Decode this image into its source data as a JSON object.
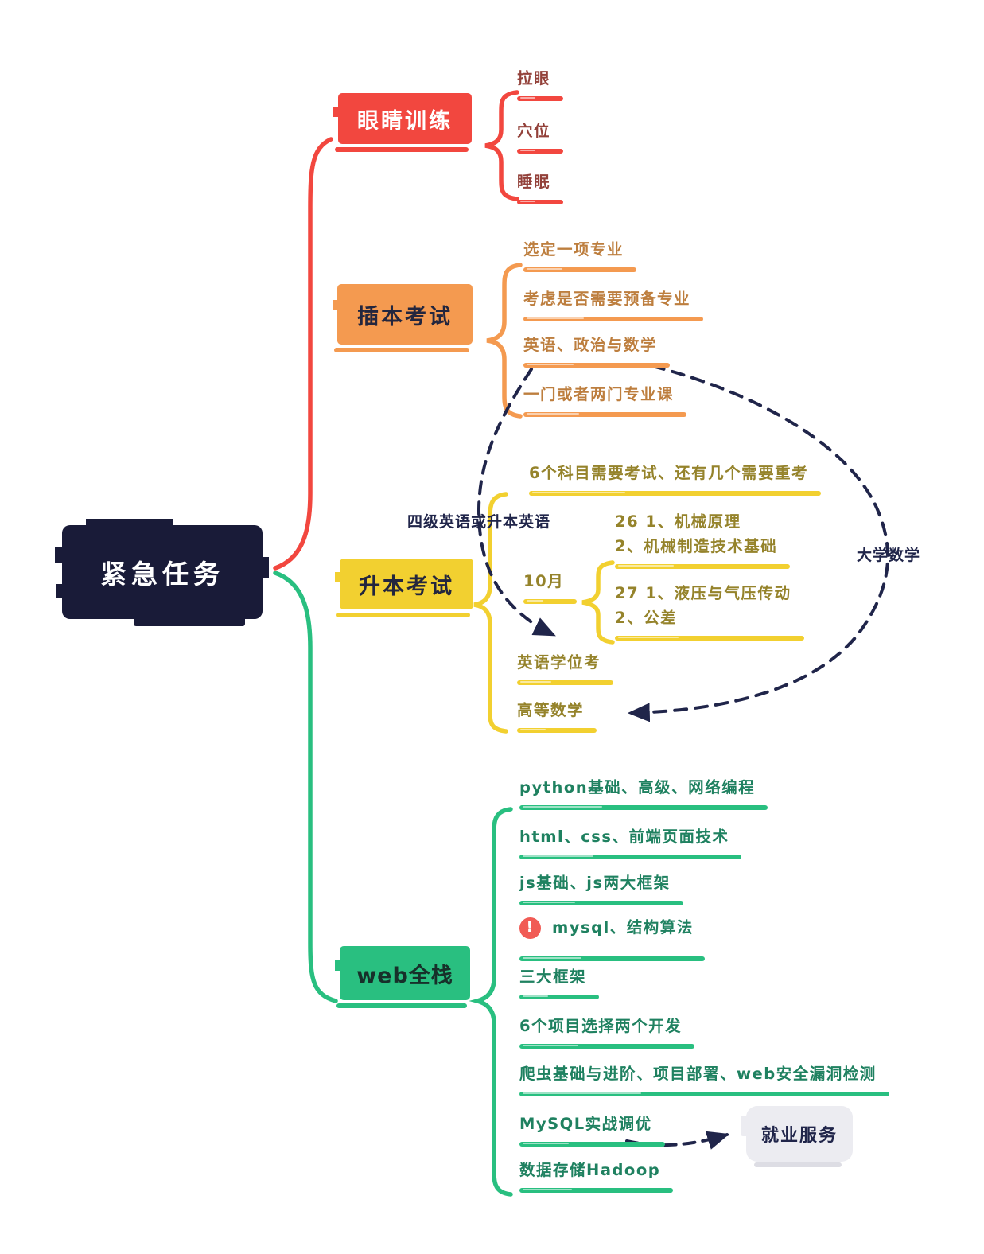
{
  "root": {
    "label": "紧急任务"
  },
  "palette": {
    "red": "#f2473f",
    "orange": "#f49a50",
    "yellow": "#f2d030",
    "green": "#29bf80",
    "navy": "#20254a",
    "root_bg": "#191b38",
    "callout_bg": "#ececf1",
    "alert_red": "#f15b55"
  },
  "branches": [
    {
      "id": "eyes",
      "label": "眼睛训练",
      "color": "#f2473f",
      "items": [
        {
          "text": "拉眼"
        },
        {
          "text": "穴位"
        },
        {
          "text": "睡眠"
        }
      ]
    },
    {
      "id": "chaben",
      "label": "插本考试",
      "color": "#f49a50",
      "items": [
        {
          "text": "选定一项专业"
        },
        {
          "text": "考虑是否需要预备专业"
        },
        {
          "text": "英语、政治与数学"
        },
        {
          "text": "一门或者两门专业课"
        }
      ]
    },
    {
      "id": "shengben",
      "label": "升本考试",
      "color": "#f2d030",
      "items": [
        {
          "text": "6个科目需要考试、还有几个需要重考"
        },
        {
          "text": "10月",
          "children": [
            {
              "lines": [
                "26 1、机械原理",
                "2、机械制造技术基础"
              ]
            },
            {
              "lines": [
                "27 1、液压与气压传动",
                "2、公差"
              ]
            }
          ]
        },
        {
          "text": "英语学位考"
        },
        {
          "text": "高等数学"
        }
      ]
    },
    {
      "id": "web",
      "label": "web全栈",
      "color": "#29bf80",
      "items": [
        {
          "text": "python基础、高级、网络编程"
        },
        {
          "text": "html、css、前端页面技术"
        },
        {
          "text": "js基础、js两大框架"
        },
        {
          "text": "mysql、结构算法",
          "icon": "exclamation"
        },
        {
          "text": "三大框架"
        },
        {
          "text": "6个项目选择两个开发"
        },
        {
          "text": "爬虫基础与进阶、项目部署、web安全漏洞检测"
        },
        {
          "text": "MySQL实战调优"
        },
        {
          "text": "数据存储Hadoop"
        }
      ]
    }
  ],
  "floating_labels": {
    "cet": {
      "text": "四级英语或升本英语"
    },
    "university_math": {
      "text": "大学数学"
    }
  },
  "callout": {
    "label": "就业服务"
  },
  "alert_icon_glyph": "!"
}
